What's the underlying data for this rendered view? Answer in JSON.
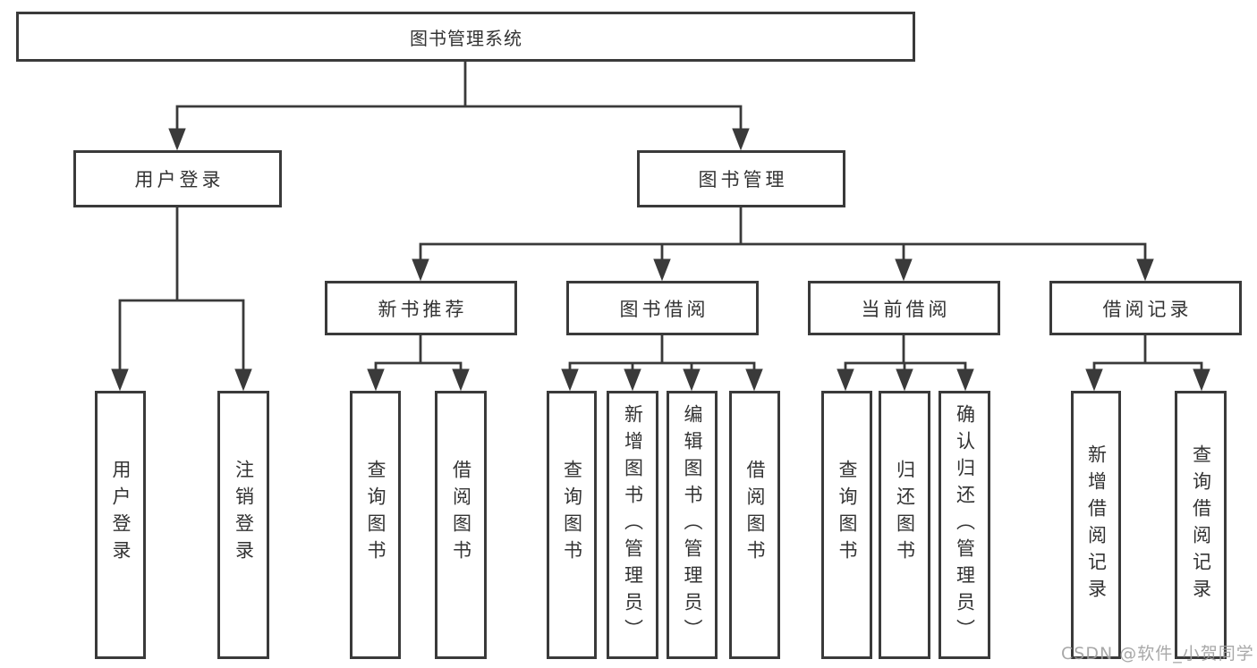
{
  "diagram": {
    "root": "图书管理系统",
    "level2": {
      "user_login": "用户登录",
      "book_management": "图书管理"
    },
    "level3": {
      "new_book_recommendation": "新书推荐",
      "book_borrowing": "图书借阅",
      "current_borrowing": "当前借阅",
      "borrowing_records": "借阅记录"
    },
    "leaves": {
      "user_login": [
        "用户登录",
        "注销登录"
      ],
      "new_book_recommendation": [
        "查询图书",
        "借阅图书"
      ],
      "book_borrowing": [
        "查询图书",
        "新增图书（管理员）",
        "编辑图书（管理员）",
        "借阅图书"
      ],
      "current_borrowing": [
        "查询图书",
        "归还图书",
        "确认归还（管理员）"
      ],
      "borrowing_records": [
        "新增借阅记录",
        "查询借阅记录"
      ]
    },
    "watermark": "CSDN @软件_小贺同学",
    "colors": {
      "line": "#3a3a3a",
      "text": "#333333",
      "background": "#ffffff",
      "watermark": "#9f9f9f"
    }
  }
}
